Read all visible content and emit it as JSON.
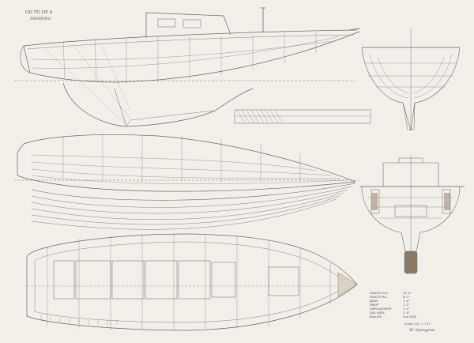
{
  "drawing": {
    "title_line1": "OD TO DE 4",
    "title_line2": "DRAWING"
  },
  "particulars": {
    "rows": [
      {
        "label": "LENGTH O.A.",
        "value": "10' 0\""
      },
      {
        "label": "LENGTH W.L.",
        "value": "8' 0\""
      },
      {
        "label": "BEAM",
        "value": "1' 4\""
      },
      {
        "label": "DRAFT",
        "value": "1' 2\""
      },
      {
        "label": "DISPLACEMENT",
        "value": "1' 4\""
      },
      {
        "label": "SAIL AREA",
        "value": "1' 4\""
      },
      {
        "label": "BALLAST",
        "value": "2nd 1000"
      }
    ]
  },
  "signature": {
    "scale_line": "SCALE 1/2\" = 1 FT",
    "designer": "W. Spurgeon"
  },
  "colors": {
    "paper": "#f1efe8",
    "ink": "#6a6a6a",
    "ballast": "#8a7a66",
    "mast_step": "#7a6a58"
  }
}
